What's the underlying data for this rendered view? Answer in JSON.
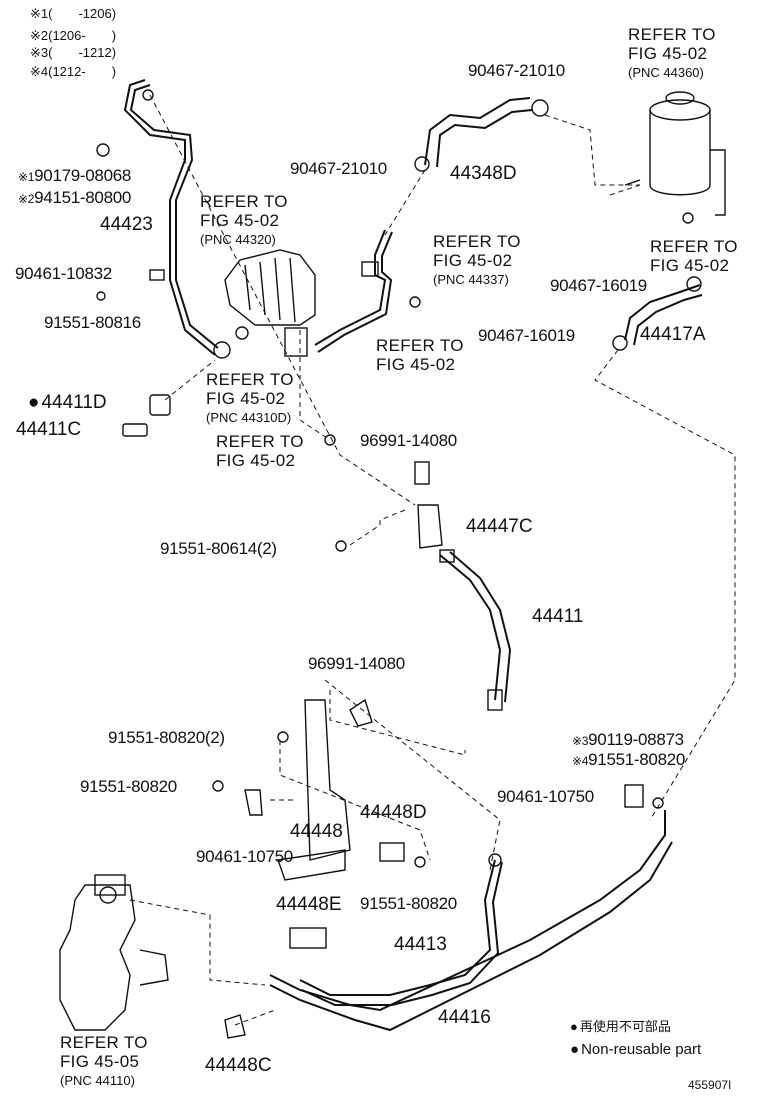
{
  "legend_top": [
    {
      "mark": "※1",
      "range": "(　　-1206)"
    },
    {
      "mark": "※2",
      "range": "(1206-　　)"
    },
    {
      "mark": "※3",
      "range": "(　　-1212)"
    },
    {
      "mark": "※4",
      "range": "(1212-　　)"
    }
  ],
  "parts": {
    "p_9046721010_top": "90467-21010",
    "p_9046721010_mid": "90467-21010",
    "p_44348D": "44348D",
    "p_9017908068": "90179-08068",
    "p_9415180800": "94151-80800",
    "p_44423": "44423",
    "p_9046110832": "90461-10832",
    "p_9155180816": "91551-80816",
    "p_44411D": "44411D",
    "p_44411C": "44411C",
    "p_9046716019_a": "90467-16019",
    "p_9046716019_b": "90467-16019",
    "p_44417A": "44417A",
    "p_9699114080_a": "96991-14080",
    "p_44447C": "44447C",
    "p_9155180614": "91551-80614(2)",
    "p_44411": "44411",
    "p_9699114080_b": "96991-14080",
    "p_9155180820_2": "91551-80820(2)",
    "p_9155180820_a": "91551-80820",
    "p_44448": "44448",
    "p_44448D": "44448D",
    "p_9046110750_a": "90461-10750",
    "p_9155180820_b": "91551-80820",
    "p_44448E": "44448E",
    "p_44413": "44413",
    "p_44416": "44416",
    "p_44448C": "44448C",
    "p_9011908873": "90119-08873",
    "p_9155180820_c": "91551-80820",
    "p_9046110750_b": "90461-10750"
  },
  "marks": {
    "m1": "※1",
    "m2": "※2",
    "m3": "※3",
    "m4": "※4"
  },
  "refs": {
    "r44360": {
      "l1": "REFER TO",
      "l2": "FIG 45-02",
      "l3": "(PNC 44360)"
    },
    "r44320": {
      "l1": "REFER TO",
      "l2": "FIG 45-02",
      "l3": "(PNC 44320)"
    },
    "r44337": {
      "l1": "REFER TO",
      "l2": "FIG 45-02",
      "l3": "(PNC 44337)"
    },
    "r_a": {
      "l1": "REFER TO",
      "l2": "FIG 45-02"
    },
    "r_b": {
      "l1": "REFER TO",
      "l2": "FIG 45-02"
    },
    "r44310D": {
      "l1": "REFER TO",
      "l2": "FIG 45-02",
      "l3": "(PNC 44310D)"
    },
    "r_c": {
      "l1": "REFER TO",
      "l2": "FIG 45-02"
    },
    "r44110": {
      "l1": "REFER TO",
      "l2": "FIG 45-05",
      "l3": "(PNC 44110)"
    }
  },
  "legend_bottom": {
    "jp": "再使用不可部品",
    "en": "Non-reusable part"
  },
  "figure_id": "455907I"
}
